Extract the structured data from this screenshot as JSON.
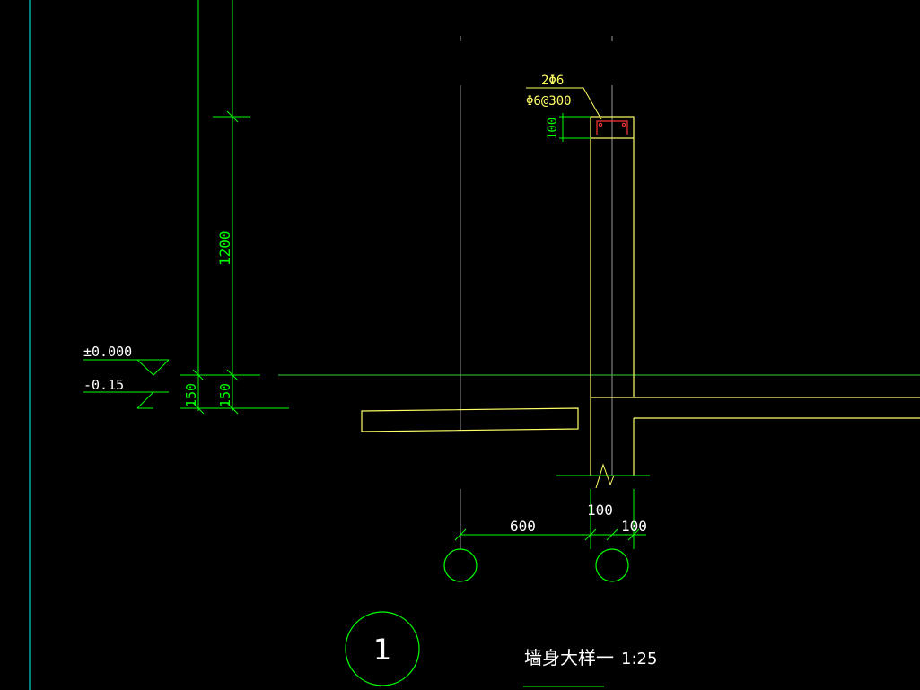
{
  "drawing": {
    "title": "墙身大样一",
    "scale": "1:25",
    "detail_number": "1"
  },
  "reinforcement": {
    "top_bars": "2Φ6",
    "stirrups": "Φ6@300",
    "cap_height": "100"
  },
  "elevations": {
    "ground": "±0.000",
    "lower": "-0.15"
  },
  "dimensions": {
    "height_1200": "1200",
    "dim_150_a": "150",
    "dim_150_b": "150",
    "dim_600": "600",
    "dim_100_a": "100",
    "dim_100_b": "100"
  },
  "colors": {
    "background": "#000000",
    "dimension": "#00ff00",
    "outline": "#ffff66",
    "axis": "#aaaaaa",
    "rebar": "#ff3333",
    "frame": "#00ffff"
  }
}
